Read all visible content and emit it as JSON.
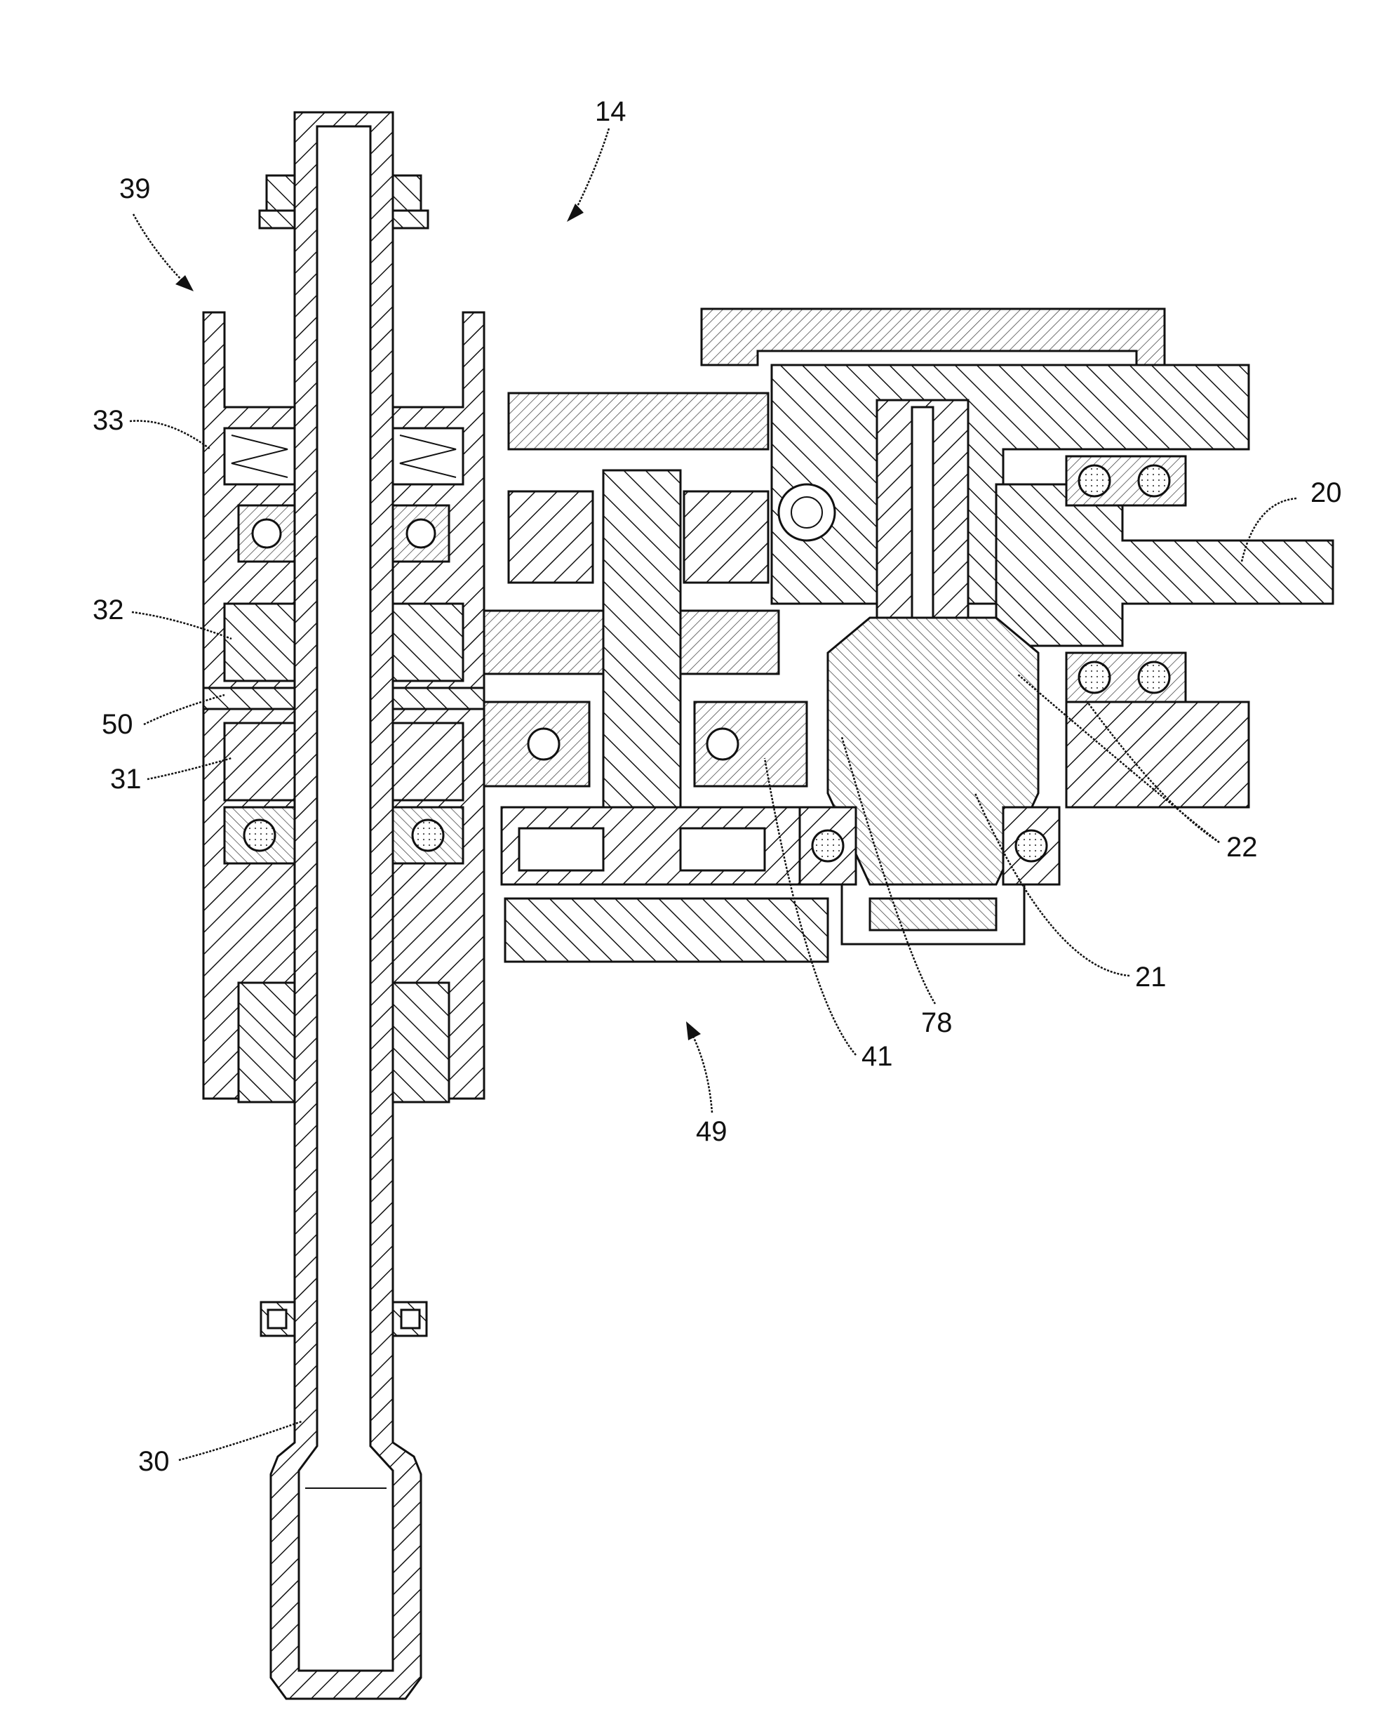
{
  "figure": {
    "description_free": true,
    "reference_labels": [
      {
        "id": "14",
        "text": "14"
      },
      {
        "id": "39",
        "text": "39"
      },
      {
        "id": "33",
        "text": "33"
      },
      {
        "id": "20",
        "text": "20"
      },
      {
        "id": "32",
        "text": "32"
      },
      {
        "id": "50",
        "text": "50"
      },
      {
        "id": "31",
        "text": "31"
      },
      {
        "id": "22",
        "text": "22"
      },
      {
        "id": "21",
        "text": "21"
      },
      {
        "id": "78",
        "text": "78"
      },
      {
        "id": "41",
        "text": "41"
      },
      {
        "id": "49",
        "text": "49"
      },
      {
        "id": "30",
        "text": "30"
      }
    ]
  }
}
